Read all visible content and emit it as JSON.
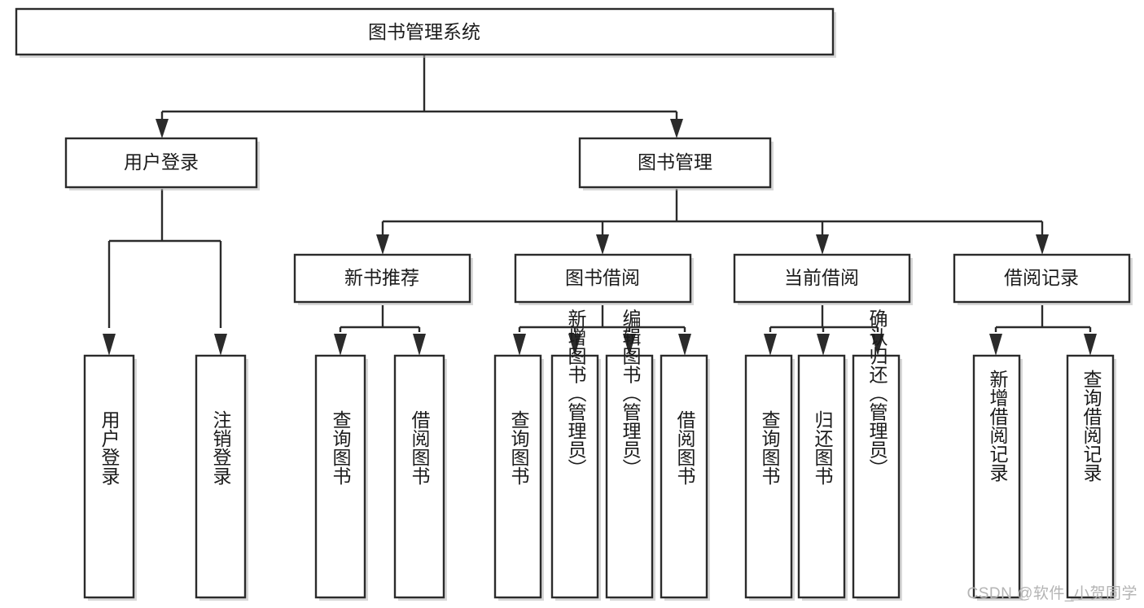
{
  "diagram": {
    "type": "tree-hierarchy-chart",
    "title": "图书管理系统",
    "watermark": "CSDN @软件_小贺同学",
    "colors": {
      "stroke": "#2b2b2b",
      "fill": "#ffffff",
      "text": "#1b1b1b",
      "watermark": "#b4b4b4",
      "background": "#ffffff"
    },
    "levels": {
      "level1": "root",
      "level2": "modules",
      "level3": "submodules",
      "level4": "functions"
    },
    "nodes": {
      "root": {
        "label": "图书管理系统",
        "orientation": "horizontal"
      },
      "level2": [
        {
          "id": "user-login",
          "label": "用户登录",
          "orientation": "horizontal"
        },
        {
          "id": "book-management",
          "label": "图书管理",
          "orientation": "horizontal"
        }
      ],
      "level3": [
        {
          "id": "new-book-recommend",
          "label": "新书推荐",
          "orientation": "horizontal"
        },
        {
          "id": "book-borrow",
          "label": "图书借阅",
          "orientation": "horizontal"
        },
        {
          "id": "current-borrow",
          "label": "当前借阅",
          "orientation": "horizontal"
        },
        {
          "id": "borrow-record",
          "label": "借阅记录",
          "orientation": "horizontal"
        }
      ],
      "leaves": {
        "user-login": [
          {
            "id": "leaf-user-login",
            "label": "用户登录",
            "orientation": "vertical"
          },
          {
            "id": "leaf-logout-login",
            "label": "注销登录",
            "orientation": "vertical"
          }
        ],
        "new-book-recommend": [
          {
            "id": "leaf-query-book-1",
            "label": "查询图书",
            "orientation": "vertical"
          },
          {
            "id": "leaf-borrow-book-1",
            "label": "借阅图书",
            "orientation": "vertical"
          }
        ],
        "book-borrow": [
          {
            "id": "leaf-query-book-2",
            "label": "查询图书",
            "orientation": "vertical"
          },
          {
            "id": "leaf-add-book",
            "label": "新增图书（管理员）",
            "orientation": "vertical"
          },
          {
            "id": "leaf-edit-book",
            "label": "编辑图书（管理员）",
            "orientation": "vertical"
          },
          {
            "id": "leaf-borrow-book-2",
            "label": "借阅图书",
            "orientation": "vertical"
          }
        ],
        "current-borrow": [
          {
            "id": "leaf-query-book-3",
            "label": "查询图书",
            "orientation": "vertical"
          },
          {
            "id": "leaf-return-book",
            "label": "归还图书",
            "orientation": "vertical"
          },
          {
            "id": "leaf-confirm-return",
            "label": "确认归还（管理员）",
            "orientation": "vertical"
          }
        ],
        "borrow-record": [
          {
            "id": "leaf-add-record",
            "label": "新增借阅记录",
            "orientation": "vertical"
          },
          {
            "id": "leaf-query-record",
            "label": "查询借阅记录",
            "orientation": "vertical"
          }
        ]
      }
    }
  }
}
